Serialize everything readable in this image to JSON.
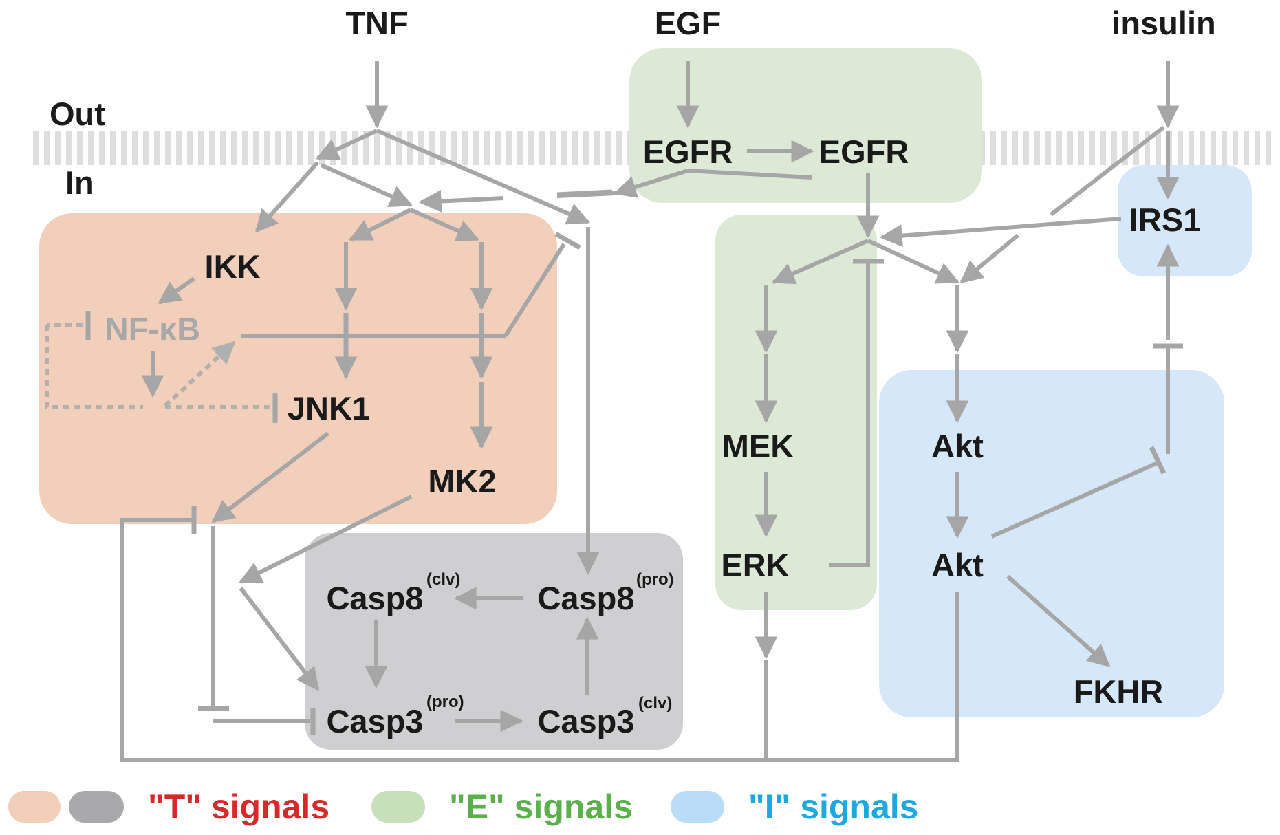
{
  "region_labels": {
    "out": "Out",
    "in": "In"
  },
  "inputs": {
    "tnf": "TNF",
    "egf": "EGF",
    "insulin": "insulin"
  },
  "nodes": {
    "egfr_1": "EGFR",
    "egfr_2": "EGFR",
    "ikk": "IKK",
    "nfkb": "NF-κB",
    "jnk1": "JNK1",
    "mk2": "MK2",
    "casp8_clv": "Casp8",
    "casp8_pro": "Casp8",
    "casp3_pro": "Casp3",
    "casp3_clv": "Casp3",
    "mek": "MEK",
    "erk": "ERK",
    "irs1": "IRS1",
    "akt_1": "Akt",
    "akt_2": "Akt",
    "fkhr": "FKHR"
  },
  "superscripts": {
    "casp8_clv": "(clv)",
    "casp8_pro": "(pro)",
    "casp3_pro": "(pro)",
    "casp3_clv": "(clv)"
  },
  "legend": {
    "t_label": "\"T\" signals",
    "e_label": "\"E\" signals",
    "i_label": "\"I\" signals"
  },
  "colors": {
    "t_region": "#f2cfbb",
    "t_grey_region": "#cfcfd1",
    "e_region": "#dcead5",
    "i_region": "#d4e8fa",
    "t_text": "#d62a2a",
    "e_text": "#5bb04c",
    "i_text": "#1ea8e0",
    "edge": "#a6a6a6"
  }
}
